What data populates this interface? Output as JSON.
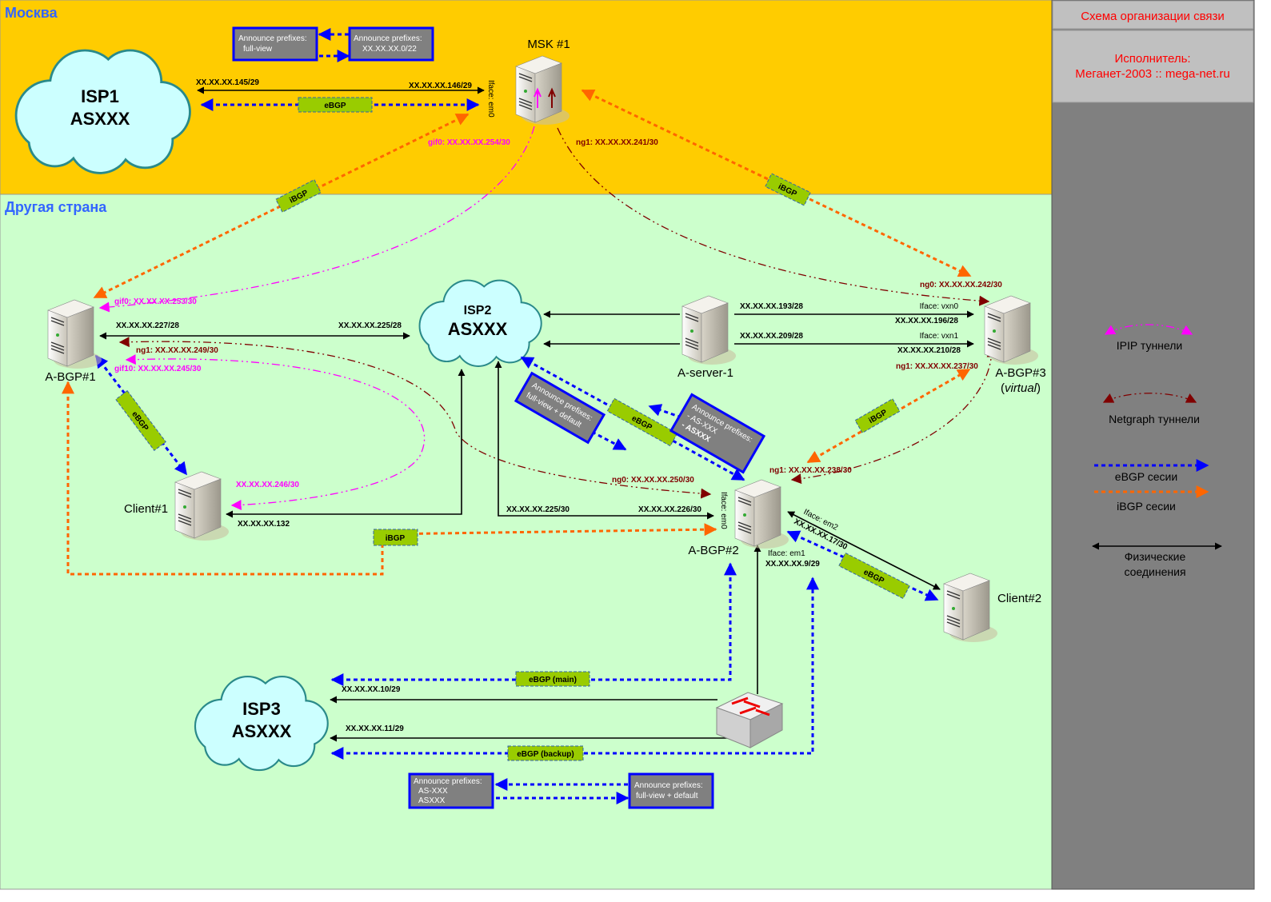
{
  "colors": {
    "moscow_bg": "#ffcc00",
    "abroad_bg": "#ccffcc",
    "panel_bg": "#808080",
    "title_box": "#c0c0c0",
    "ebgp": "#0000ff",
    "ibgp": "#ff6600",
    "ipip": "#ff00ff",
    "netgraph": "#800000",
    "cloud": "#ccffff"
  },
  "panel": {
    "title": "Схема организации связи",
    "executor_label": "Исполнитель:",
    "executor": "Меганет-2003 :: mega-net.ru"
  },
  "regions": {
    "moscow": "Москва",
    "abroad": "Другая страна"
  },
  "clouds": {
    "isp1": {
      "name": "ISP1",
      "as": "ASXXX"
    },
    "isp2": {
      "name": "ISP2",
      "as": "ASXXX"
    },
    "isp3": {
      "name": "ISP3",
      "as": "ASXXX"
    }
  },
  "nodes": {
    "msk1": "MSK #1",
    "abgp1": "A-BGP#1",
    "abgp2": "A-BGP#2",
    "abgp3": "A-BGP#3",
    "abgp3_note": "virtual",
    "aserver1": "A-server-1",
    "client1": "Client#1",
    "client2": "Client#2"
  },
  "addresses": {
    "isp1_side": "XX.XX.XX.145/29",
    "msk_em0": "XX.XX.XX.146/29",
    "msk_iface": "Iface: em0",
    "msk_gif0": "gif0: XX.XX.XX.254/30",
    "msk_ng1": "ng1: XX.XX.XX.241/30",
    "abgp1_gif0": "gif0: XX.XX.XX.253/30",
    "abgp1_ip": "XX.XX.XX.227/28",
    "isp2_ip": "XX.XX.XX.225/28",
    "abgp1_ng1": "ng1: XX.XX.XX.249/30",
    "abgp1_gif10": "gif10: XX.XX.XX.245/30",
    "client1_tun": "XX.XX.XX.246/30",
    "client1_ip": "XX.XX.XX.132",
    "aserver_193": "XX.XX.XX.193/28",
    "vxn0": "Iface: vxn0",
    "abgp3_196": "XX.XX.XX.196/28",
    "aserver_209": "XX.XX.XX.209/28",
    "vxn1": "Iface: vxn1",
    "abgp3_210": "XX.XX.XX.210/28",
    "abgp3_ng0": "ng0: XX.XX.XX.242/30",
    "abgp3_ng1": "ng1: XX.XX.XX.237/30",
    "isp2_225_30": "XX.XX.XX.225/30",
    "abgp2_226_30": "XX.XX.XX.226/30",
    "abgp2_iface_em0": "Iface: em0",
    "abgp2_ng0": "ng0: XX.XX.XX.250/30",
    "abgp2_ng1": "ng1: XX.XX.XX.238/30",
    "abgp2_em2": "Iface: em2",
    "abgp2_17": "XX.XX.XX.17/30",
    "abgp2_em1": "Iface: em1",
    "abgp2_9": "XX.XX.XX.9/29",
    "isp3_10": "XX.XX.XX.10/29",
    "isp3_11": "XX.XX.XX.11/29"
  },
  "sessions": {
    "isp1_ebgp": "eBGP",
    "msk_abgp1_ibgp": "iBGP",
    "msk_abgp3_ibgp": "iBGP",
    "abgp1_client1_ebgp": "eBGP",
    "isp2_abgp2_ebgp": "eBGP",
    "abgp2_abgp3_ibgp": "iBGP",
    "abgp1_abgp2_ibgp": "iBGP",
    "abgp2_client2_ebgp": "eBGP",
    "isp3_main": "eBGP (main)",
    "isp3_backup": "eBGP (backup)"
  },
  "announce": {
    "msk_in": [
      "Announce prefixes:",
      "full-view"
    ],
    "msk_out": [
      "Announce prefixes:",
      "XX.XX.XX.0/22"
    ],
    "isp2_in": [
      "Announce prefixes:",
      "full-view + default"
    ],
    "isp2_out": [
      "Announce prefixes:",
      "- AS-XXX",
      "- ASXXX"
    ],
    "isp3_out": [
      "Announce prefixes:",
      "AS-XXX",
      "ASXXX"
    ],
    "isp3_in": [
      "Announce prefixes:",
      "full-view + default"
    ]
  },
  "legend": {
    "ipip": "IPIP туннели",
    "netgraph": "Netgraph туннели",
    "ebgp": "eBGP сесии",
    "ibgp": "iBGP сесии",
    "physical_1": "Физические",
    "physical_2": "соединения"
  }
}
